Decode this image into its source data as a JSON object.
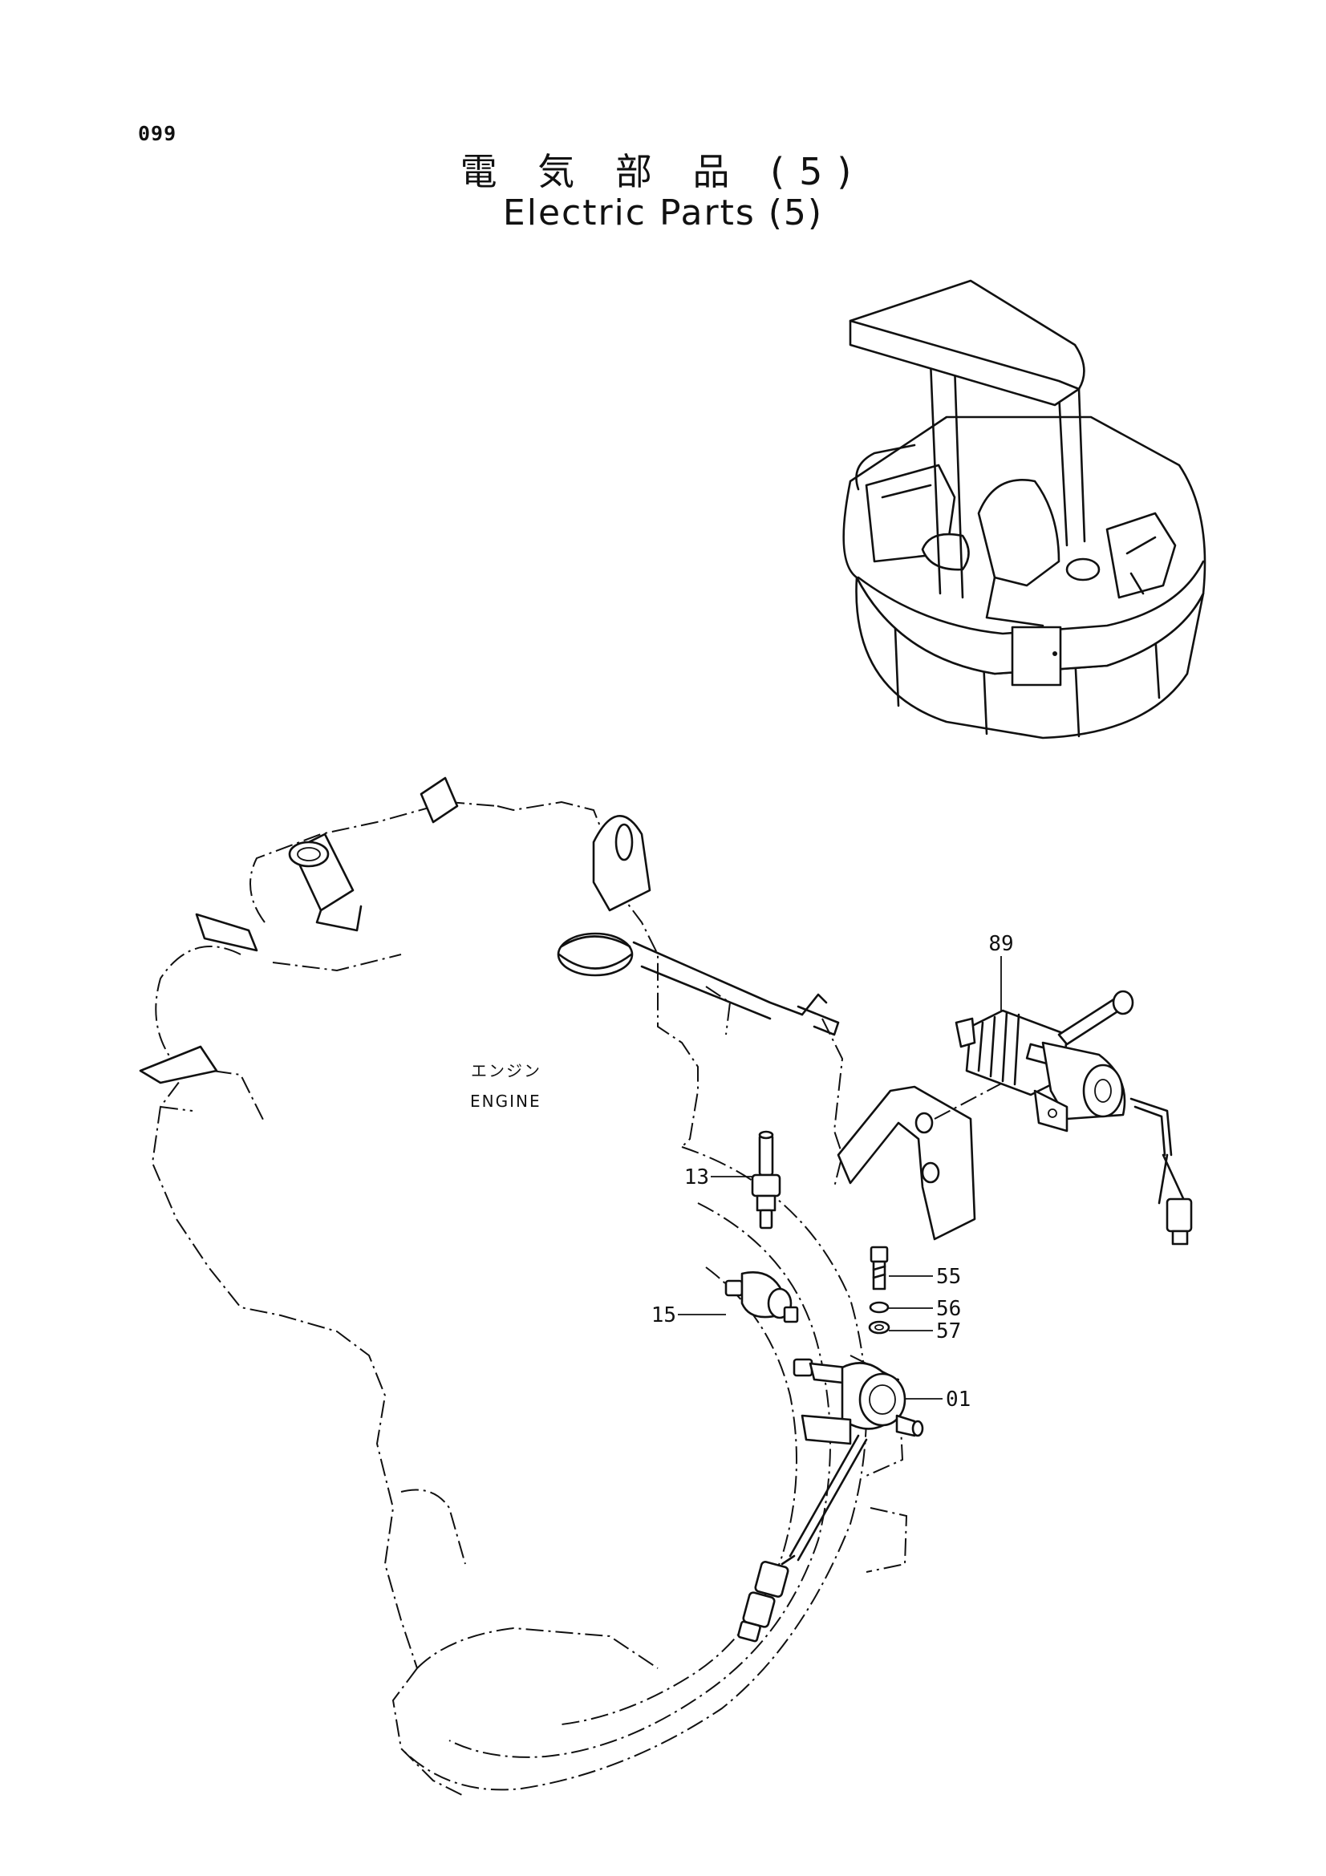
{
  "page": {
    "number": "099",
    "title_jp": "電 気 部 品 (5)",
    "title_en": "Electric Parts (5)"
  },
  "labels": {
    "engine_jp": "エンジン",
    "engine_en": "ENGINE"
  },
  "callouts": [
    {
      "id": "89",
      "part": "solenoid"
    },
    {
      "id": "13",
      "part": "sensor-plug"
    },
    {
      "id": "15",
      "part": "pressure-switch"
    },
    {
      "id": "55",
      "part": "bolt"
    },
    {
      "id": "56",
      "part": "spring-washer"
    },
    {
      "id": "57",
      "part": "flat-washer"
    },
    {
      "id": "01",
      "part": "fuel-pump"
    }
  ],
  "colors": {
    "ink": "#111111",
    "paper": "#ffffff"
  }
}
